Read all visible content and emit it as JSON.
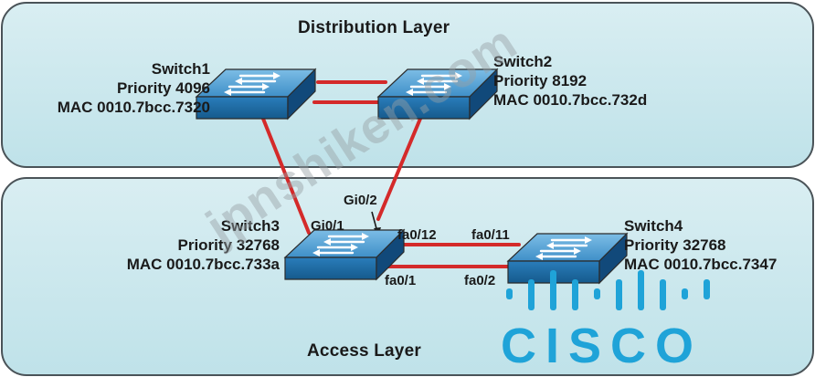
{
  "layers": {
    "distribution_title": "Distribution Layer",
    "access_title": "Access Layer"
  },
  "switches": [
    {
      "name": "Switch1",
      "priority": "Priority 4096",
      "mac": "MAC 0010.7bcc.7320"
    },
    {
      "name": "Switch2",
      "priority": "Priority 8192",
      "mac": "MAC 0010.7bcc.732d"
    },
    {
      "name": "Switch3",
      "priority": "Priority 32768",
      "mac": "MAC 0010.7bcc.733a"
    },
    {
      "name": "Switch4",
      "priority": "Priority 32768",
      "mac": "MAC 0010.7bcc.7347"
    }
  ],
  "ports": {
    "s3_gi02": "Gi0/2",
    "s3_gi01": "Gi0/1",
    "s3_fa012": "fa0/12",
    "s3_fa01": "fa0/1",
    "s4_fa011": "fa0/11",
    "s4_fa02": "fa0/2"
  },
  "watermark": "jpnshiken.com",
  "logo": "CISCO",
  "colors": {
    "link": "#d42a2a",
    "switch_top": "#5aa6d6",
    "switch_side": "#1f6fa8",
    "cisco_blue": "#1fa3d8"
  }
}
